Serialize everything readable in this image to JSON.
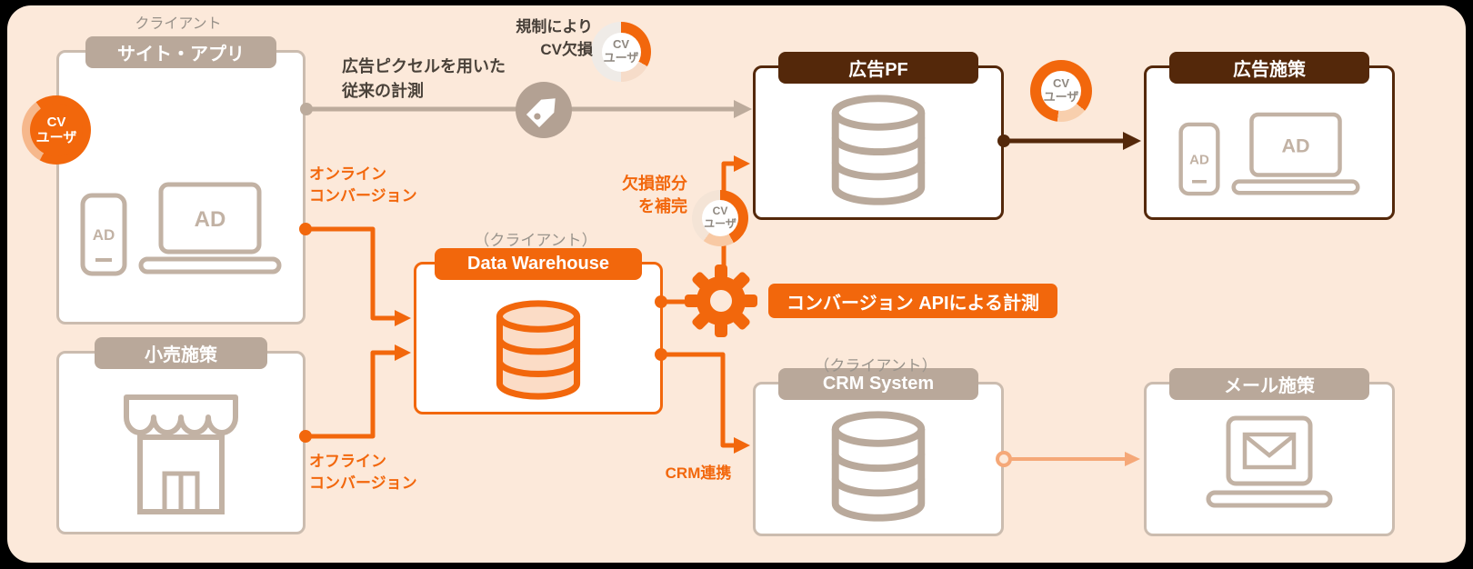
{
  "colors": {
    "panel_background": "#FCE9DA",
    "accent_orange": "#F2670C",
    "light_orange_arrow": "#F5A878",
    "tan": "#B9A89A",
    "tan_border": "#CBBCAF",
    "dark_brown": "#54280A",
    "gray_arrow": "#BCAB9C"
  },
  "boxes": {
    "site_app": {
      "title": "サイト・アプリ"
    },
    "retail": {
      "title": "小売施策"
    },
    "data_warehouse": {
      "title": "Data Warehouse"
    },
    "ad_pf": {
      "title": "広告PF"
    },
    "ad_measure": {
      "title": "広告施策"
    },
    "crm": {
      "title": "CRM System"
    },
    "mail": {
      "title": "メール施策"
    }
  },
  "annotations": {
    "client_top": "クライアント",
    "client_paren_dw": "（クライアント）",
    "client_paren_crm": "（クライアント）",
    "pixel_line1": "広告ピクセルを用いた",
    "pixel_line2": "従来の計測",
    "regulation_line1": "規制により",
    "regulation_line2": "CV欠損",
    "online_line1": "オンライン",
    "online_line2": "コンバージョン",
    "offline_line1": "オフライン",
    "offline_line2": "コンバージョン",
    "missing_line1": "欠損部分",
    "missing_line2": "を補完",
    "capi_label": "コンバージョン APIによる計測",
    "crm_link": "CRM連携"
  },
  "donut": {
    "line1": "CV",
    "line2": "ユーザ"
  },
  "icons": {
    "ad_label": "AD"
  }
}
